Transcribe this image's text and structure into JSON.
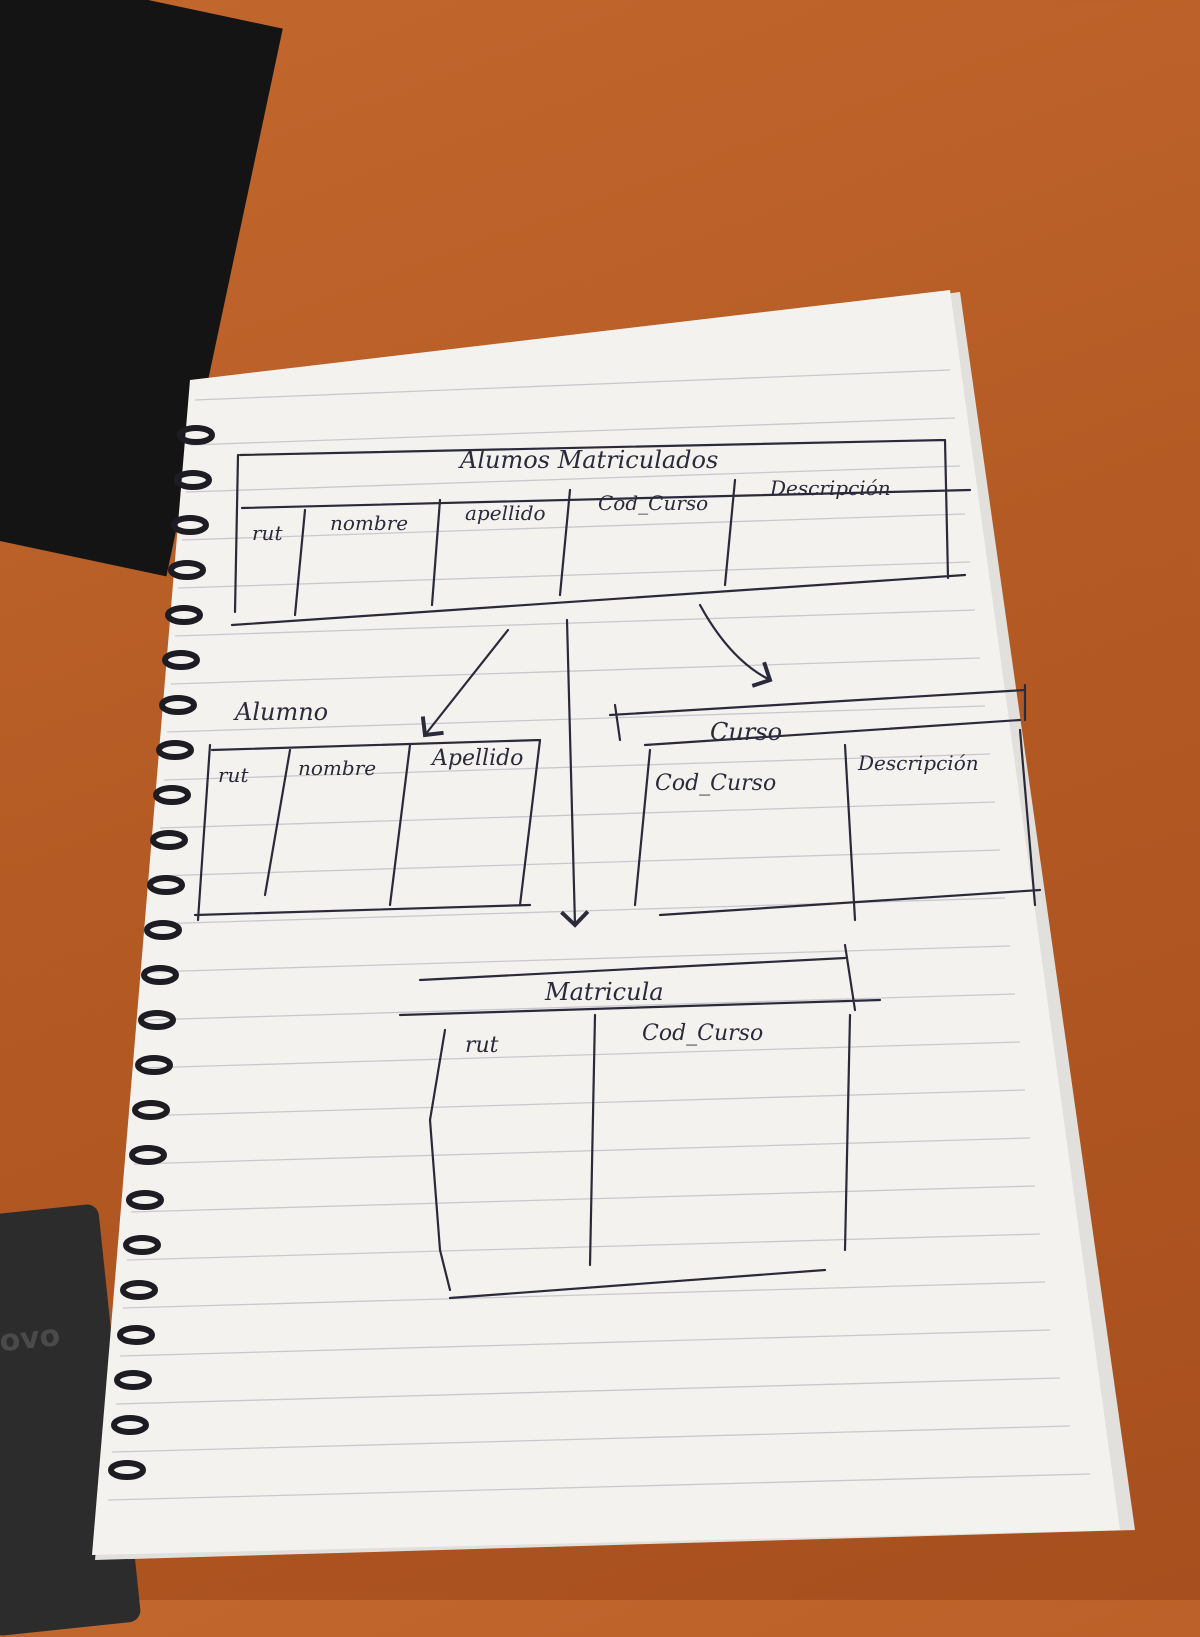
{
  "background": {
    "desk_color": "#b45a24",
    "paper_color": "#f3f2ef",
    "ink_color": "#2a2a3a"
  },
  "device_logo": "ovo",
  "tables": {
    "alumnos_matriculados": {
      "title": "Alumos Matriculados",
      "columns": [
        "rut",
        "nombre",
        "apellido",
        "Cod_Curso",
        "Descripción"
      ]
    },
    "alumno": {
      "title": "Alumno",
      "columns": [
        "rut",
        "nombre",
        "Apellido"
      ]
    },
    "curso": {
      "title": "Curso",
      "columns": [
        "Cod_Curso",
        "Descripción"
      ]
    },
    "matricula": {
      "title": "Matricula",
      "columns": [
        "rut",
        "Cod_Curso"
      ]
    }
  }
}
